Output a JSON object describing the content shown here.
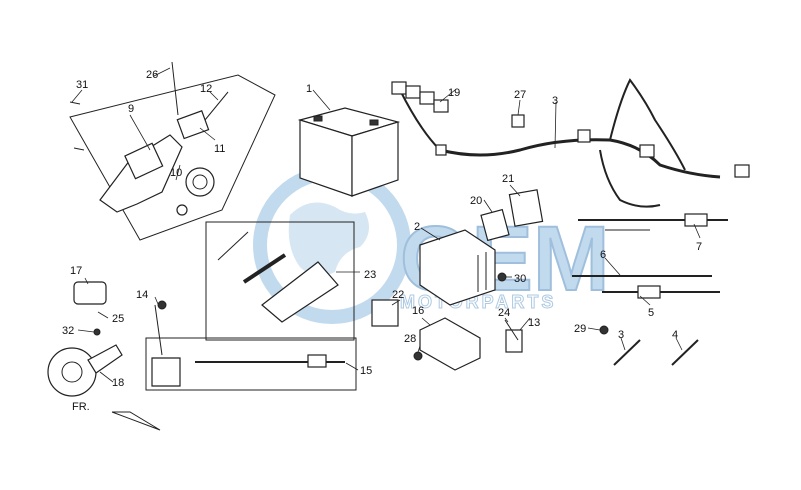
{
  "watermark": {
    "brand": "OEM",
    "subtitle": "MOTORPARTS",
    "color": "#b8d4ea"
  },
  "orientation_label": "FR.",
  "callouts": {
    "c1": "1",
    "c2": "2",
    "c3a": "3",
    "c3b": "3",
    "c4": "4",
    "c5": "5",
    "c6": "6",
    "c7": "7",
    "c9": "9",
    "c10": "10",
    "c11": "11",
    "c12": "12",
    "c13": "13",
    "c14": "14",
    "c15": "15",
    "c16": "16",
    "c17": "17",
    "c18": "18",
    "c19": "19",
    "c20": "20",
    "c21": "21",
    "c22": "22",
    "c23": "23",
    "c24": "24",
    "c25": "25",
    "c26": "26",
    "c27": "27",
    "c28": "28",
    "c29": "29",
    "c30": "30",
    "c31": "31",
    "c32": "32"
  }
}
